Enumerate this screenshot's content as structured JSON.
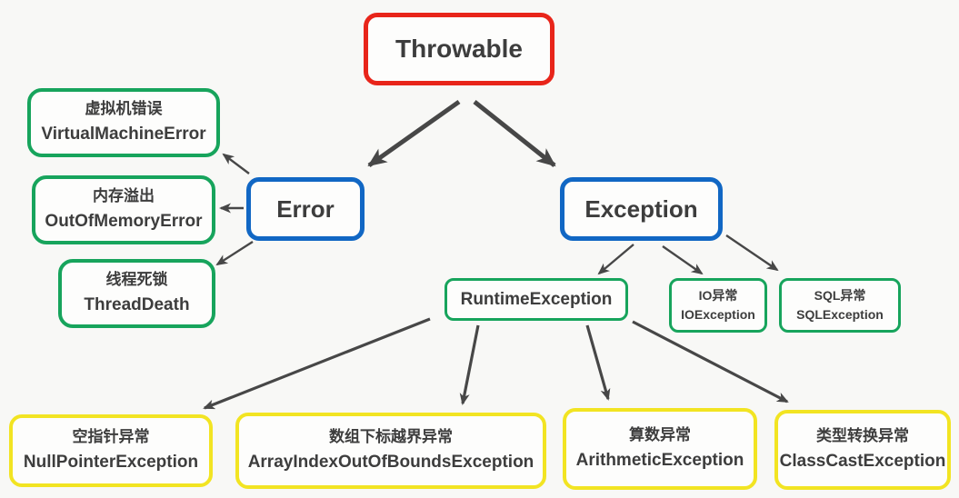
{
  "diagram": {
    "description": "Java Throwable class hierarchy diagram",
    "colors": {
      "root_border": "#e8251a",
      "branch_border": "#1167c4",
      "green_border": "#17a45c",
      "yellow_border": "#f2e422",
      "arrow": "#474747",
      "text": "#3d3d3d",
      "background": "#f8f8f6",
      "box_fill": "#fdfdfc"
    },
    "nodes": {
      "throwable": {
        "en": "Throwable"
      },
      "error": {
        "en": "Error"
      },
      "exception": {
        "en": "Exception"
      },
      "virtual_machine": {
        "zh": "虚拟机错误",
        "en": "VirtualMachineError"
      },
      "out_of_memory": {
        "zh": "内存溢出",
        "en": "OutOfMemoryError"
      },
      "thread_death": {
        "zh": "线程死锁",
        "en": "ThreadDeath"
      },
      "runtime": {
        "en": "RuntimeException"
      },
      "io": {
        "zh": "IO异常",
        "en": "IOException"
      },
      "sql": {
        "zh": "SQL异常",
        "en": "SQLException"
      },
      "null_pointer": {
        "zh": "空指针异常",
        "en": "NullPointerException"
      },
      "array_index": {
        "zh": "数组下标越界异常",
        "en": "ArrayIndexOutOfBoundsException"
      },
      "arithmetic": {
        "zh": "算数异常",
        "en": "ArithmeticException"
      },
      "class_cast": {
        "zh": "类型转换异常",
        "en": "ClassCastException"
      }
    },
    "edges": [
      {
        "from": "throwable",
        "to": "error"
      },
      {
        "from": "throwable",
        "to": "exception"
      },
      {
        "from": "error",
        "to": "virtual_machine"
      },
      {
        "from": "error",
        "to": "out_of_memory"
      },
      {
        "from": "error",
        "to": "thread_death"
      },
      {
        "from": "exception",
        "to": "runtime"
      },
      {
        "from": "exception",
        "to": "io"
      },
      {
        "from": "exception",
        "to": "sql"
      },
      {
        "from": "runtime",
        "to": "null_pointer"
      },
      {
        "from": "runtime",
        "to": "array_index"
      },
      {
        "from": "runtime",
        "to": "arithmetic"
      },
      {
        "from": "runtime",
        "to": "class_cast"
      }
    ]
  }
}
